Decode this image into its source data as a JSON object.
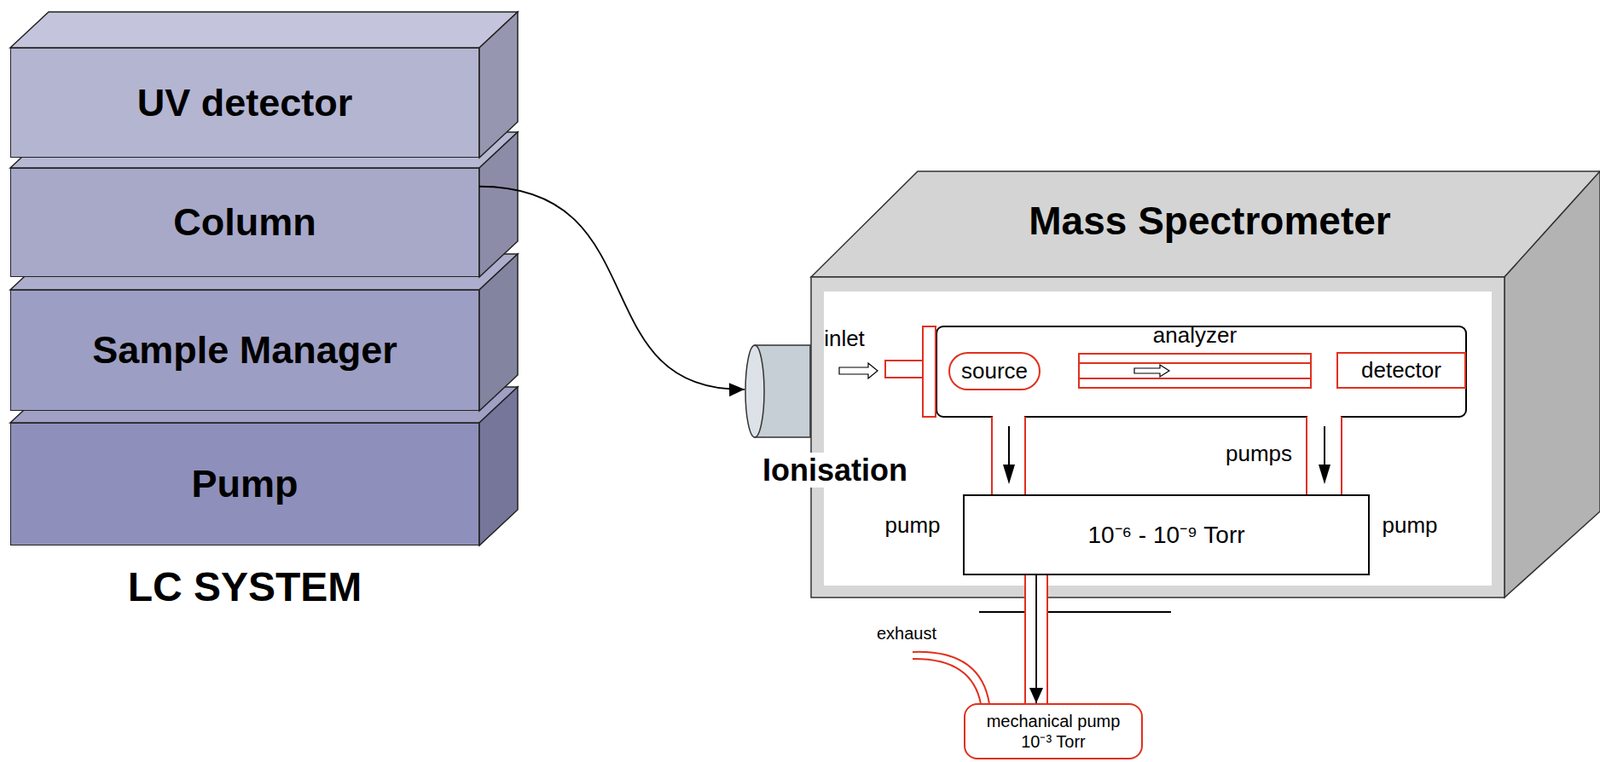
{
  "diagram": {
    "nodes": [
      {
        "text": [
          "UV detector"
        ]
      },
      {
        "text": [
          "Column"
        ]
      },
      {
        "text": [
          "Sample Manager"
        ]
      },
      {
        "text": [
          "Pump"
        ]
      },
      {
        "text": [
          "Mass Spectrometer"
        ]
      },
      {
        "text": [
          "Ionisation"
        ]
      },
      {
        "text": [
          "source"
        ],
        "in": 4
      },
      {
        "text": [
          "analyzer"
        ],
        "in": 4
      },
      {
        "text": [
          "detector"
        ],
        "in": 4
      },
      {
        "text": [
          "10⁻⁶ - 10⁻⁹ Torr"
        ],
        "in": 4
      },
      {
        "text": [
          "mechanical pump 10⁻³ Torr"
        ]
      }
    ],
    "edges": [
      {
        "from": 1,
        "to": 5,
        "arrow": "to"
      },
      {
        "from": 9,
        "to": 10,
        "arrow": "to"
      }
    ],
    "labels": [
      "LC SYSTEM",
      "inlet",
      "pumps",
      "pump",
      "pump",
      "exhaust"
    ]
  }
}
